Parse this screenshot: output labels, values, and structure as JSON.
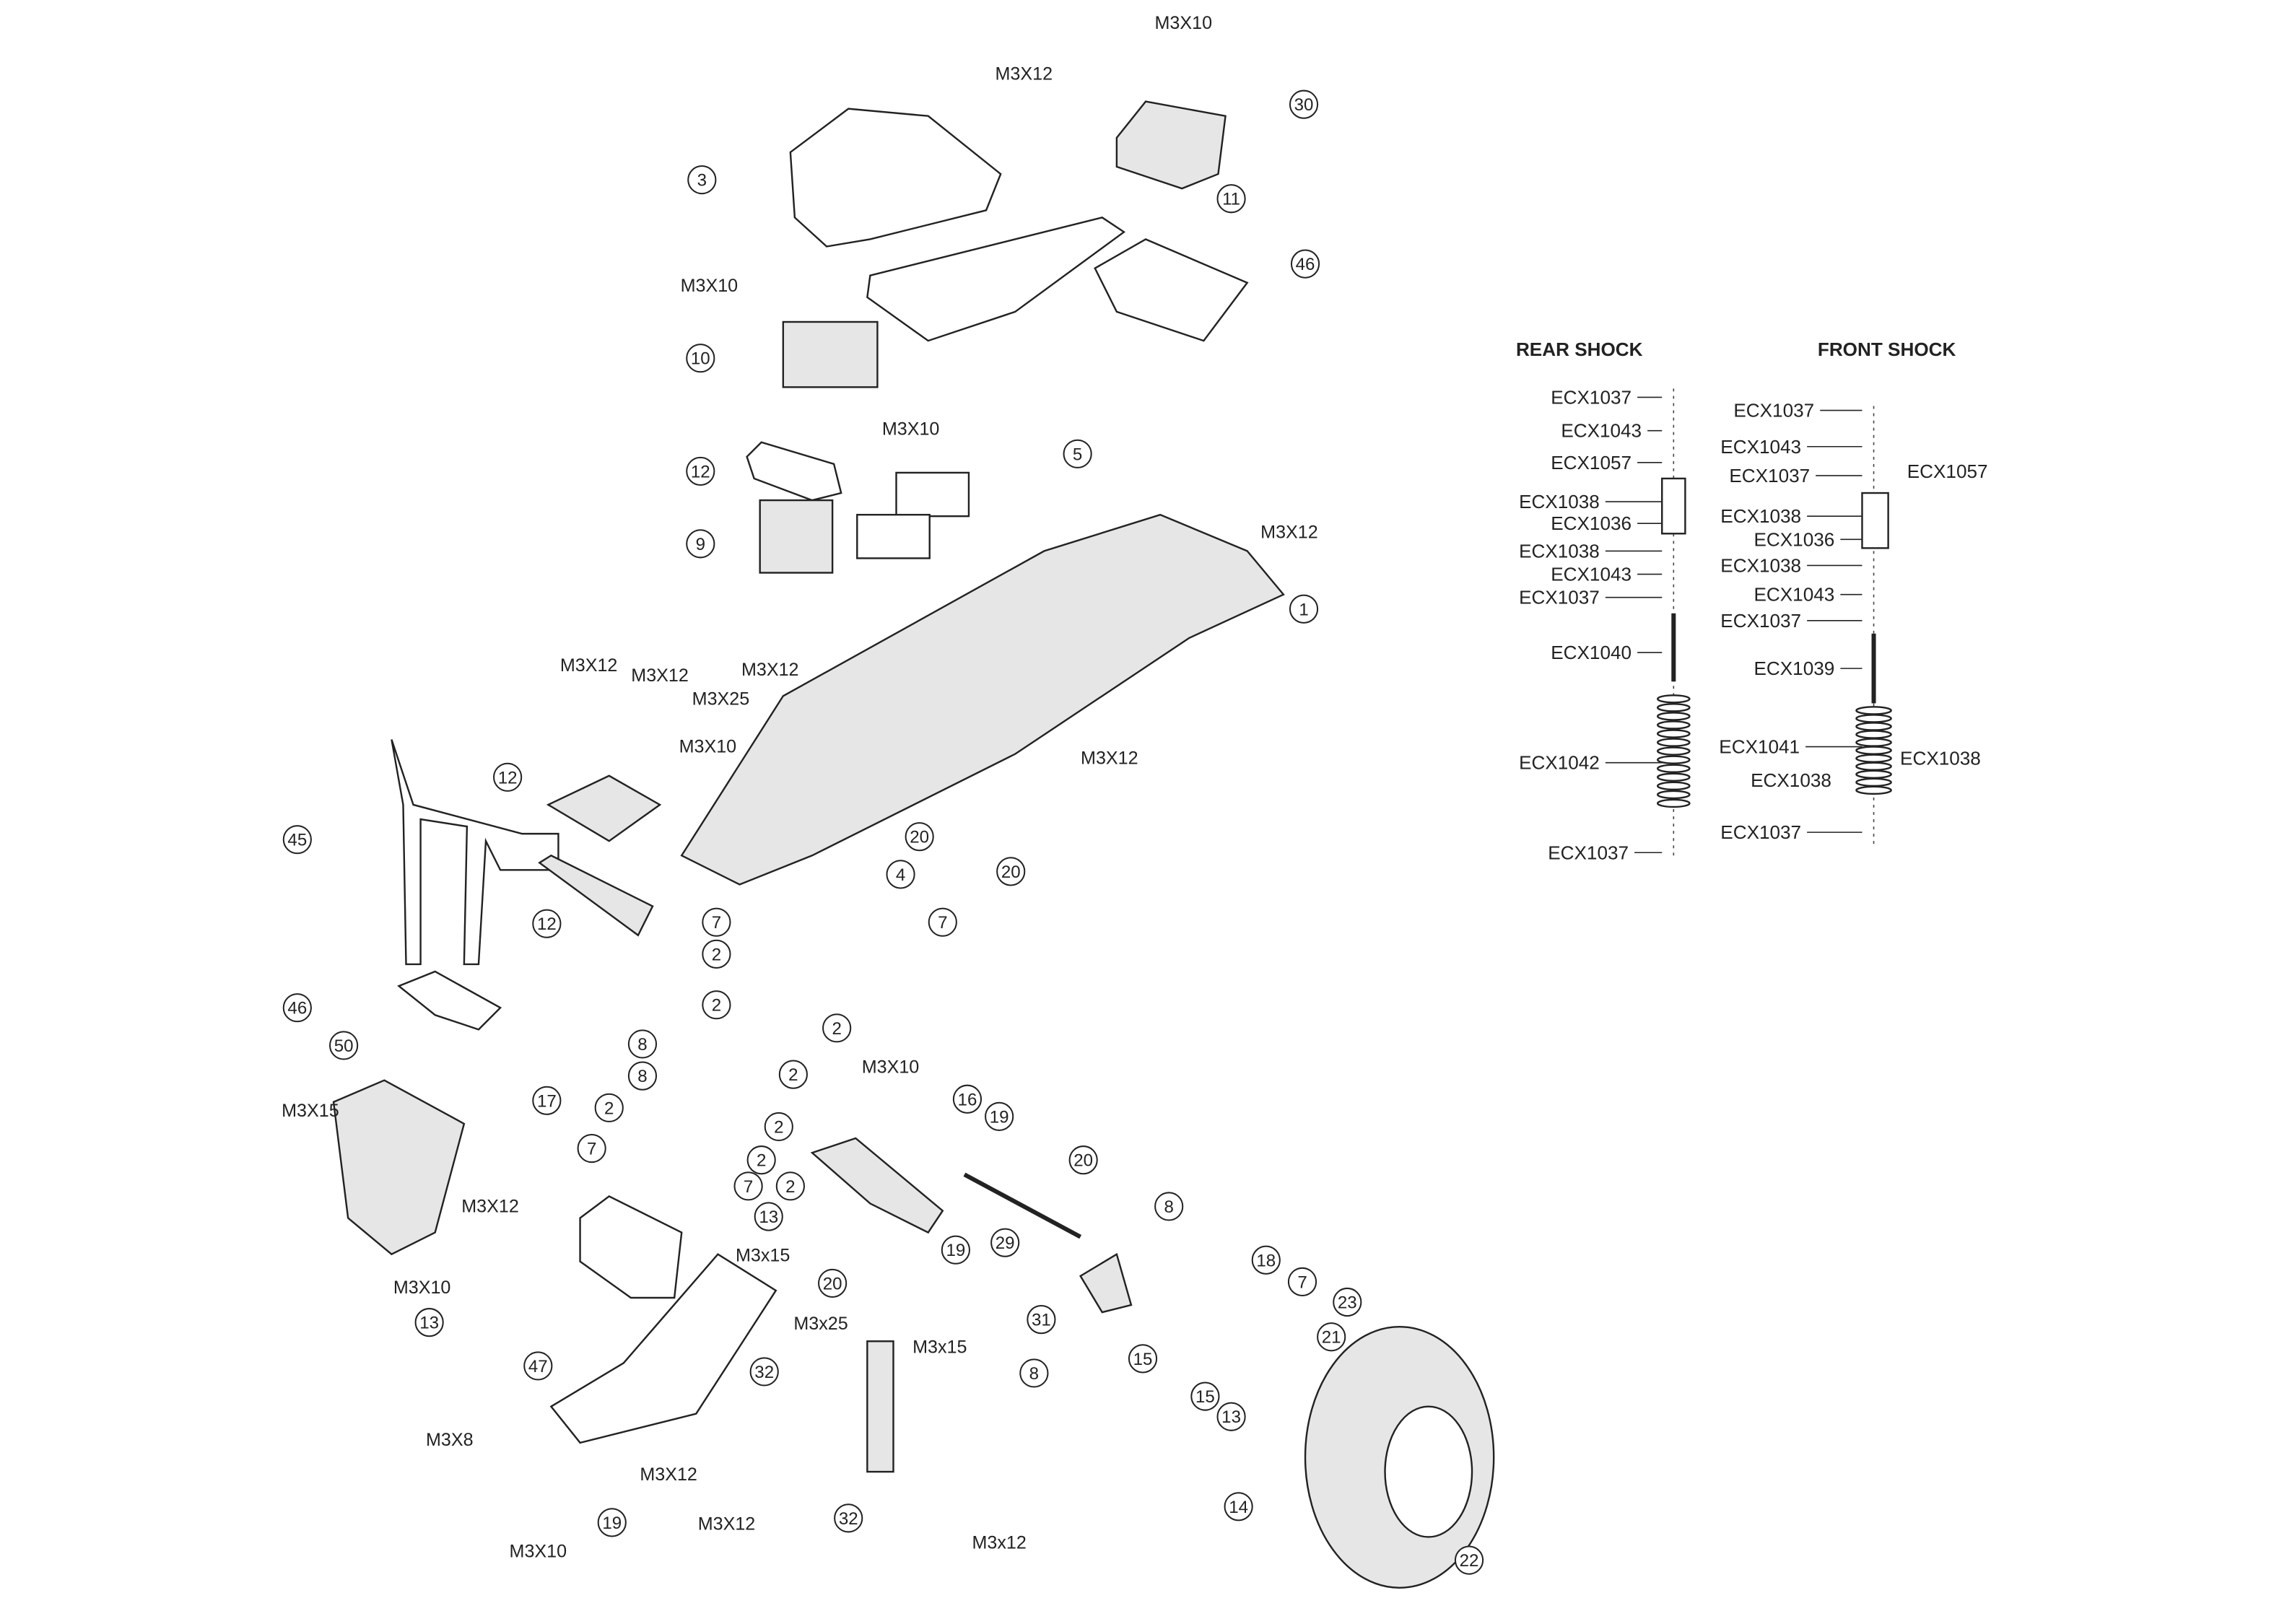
{
  "callouts": [
    "3",
    "30",
    "11",
    "46",
    "10",
    "12",
    "5",
    "9",
    "1",
    "12",
    "45",
    "20",
    "4",
    "20",
    "7",
    "7",
    "2",
    "12",
    "46",
    "50",
    "2",
    "2",
    "8",
    "8",
    "2",
    "17",
    "16",
    "19",
    "2",
    "2",
    "7",
    "2",
    "20",
    "7",
    "2",
    "13",
    "8",
    "29",
    "19",
    "13",
    "20",
    "18",
    "7",
    "31",
    "23",
    "21",
    "47",
    "32",
    "15",
    "8",
    "15",
    "13",
    "14",
    "32",
    "19",
    "22"
  ],
  "hardware_labels": [
    "M3X10",
    "M3X12",
    "M3X10",
    "M3X10",
    "M3X12",
    "M3X12",
    "M3X12",
    "M3X12",
    "M3X25",
    "M3X10",
    "M3X12",
    "M3X10",
    "M3X15",
    "M3X12",
    "M3X10",
    "M3x15",
    "M3x25",
    "M3x15",
    "M3X8",
    "M3X12",
    "M3X12",
    "M3X10",
    "M3x12"
  ],
  "shock": {
    "rear_title": "REAR SHOCK",
    "front_title": "FRONT SHOCK",
    "rear_labels": [
      "ECX1037",
      "ECX1043",
      "ECX1057",
      "ECX1038",
      "ECX1036",
      "ECX1038",
      "ECX1043",
      "ECX1037",
      "ECX1040",
      "ECX1042",
      "ECX1038",
      "ECX1037"
    ],
    "front_labels": [
      "ECX1037",
      "ECX1043",
      "ECX1037",
      "ECX1057",
      "ECX1038",
      "ECX1036",
      "ECX1038",
      "ECX1043",
      "ECX1037",
      "ECX1039",
      "ECX1041",
      "ECX1038",
      "ECX1037"
    ]
  }
}
